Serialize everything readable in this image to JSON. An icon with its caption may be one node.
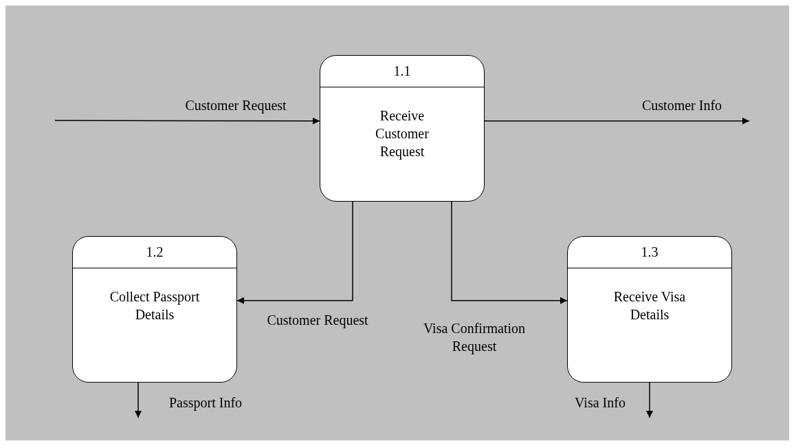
{
  "diagram": {
    "nodes": [
      {
        "text": [
          "1.1",
          "Receive Customer Request"
        ]
      },
      {
        "text": [
          "1.2",
          "Collect Passport Details"
        ]
      },
      {
        "text": [
          "1.3",
          "Receive Visa Details"
        ]
      }
    ],
    "edges": [
      {
        "from": null,
        "to": 0,
        "arrow": "to",
        "label": "Customer Request"
      },
      {
        "from": 0,
        "to": null,
        "arrow": "to",
        "label": "Customer Info"
      },
      {
        "from": 0,
        "to": 1,
        "arrow": "to",
        "label": "Customer Request"
      },
      {
        "from": 0,
        "to": 2,
        "arrow": "to",
        "label": "Visa Confirmation Request"
      },
      {
        "from": 1,
        "to": null,
        "arrow": "to",
        "label": "Passport Info"
      },
      {
        "from": 2,
        "to": null,
        "arrow": "to",
        "label": "Visa Info"
      }
    ]
  }
}
